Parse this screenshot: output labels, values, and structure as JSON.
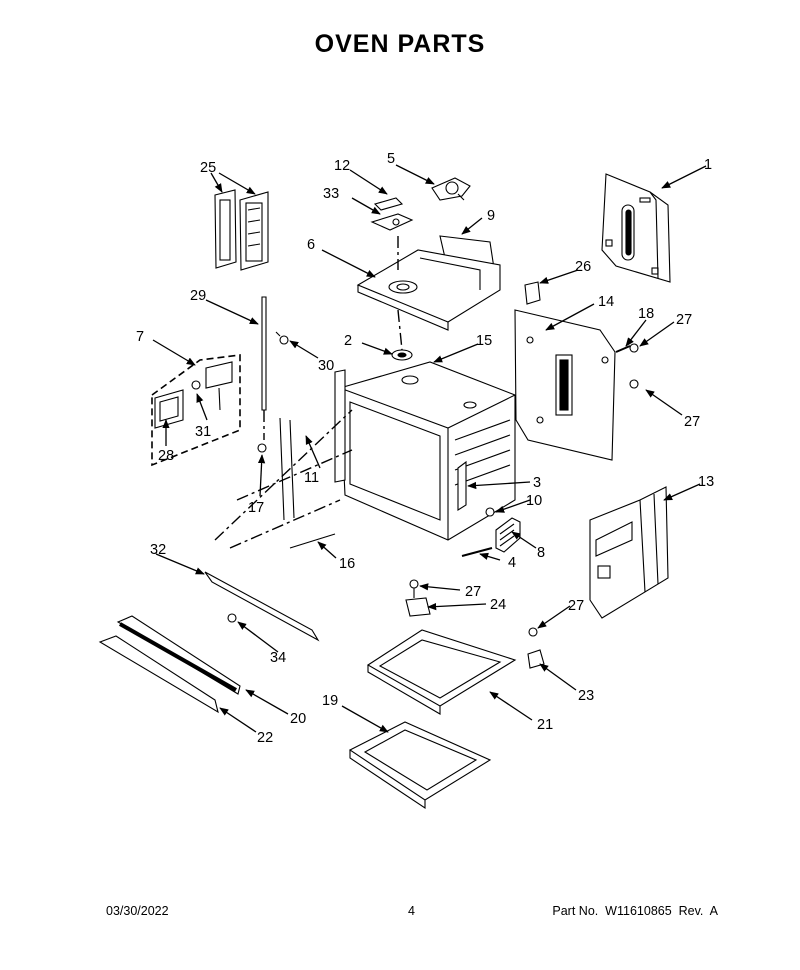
{
  "page": {
    "title": "OVEN PARTS",
    "footer": {
      "date": "03/30/2022",
      "page_number": "4",
      "part_number": "Part No.  W11610865  Rev.  A"
    }
  },
  "callouts": [
    "1",
    "2",
    "3",
    "4",
    "5",
    "6",
    "7",
    "8",
    "9",
    "10",
    "11",
    "12",
    "13",
    "14",
    "15",
    "16",
    "17",
    "18",
    "19",
    "20",
    "21",
    "22",
    "23",
    "24",
    "25",
    "26",
    "27",
    "28",
    "29",
    "30",
    "31",
    "32",
    "33",
    "34"
  ]
}
